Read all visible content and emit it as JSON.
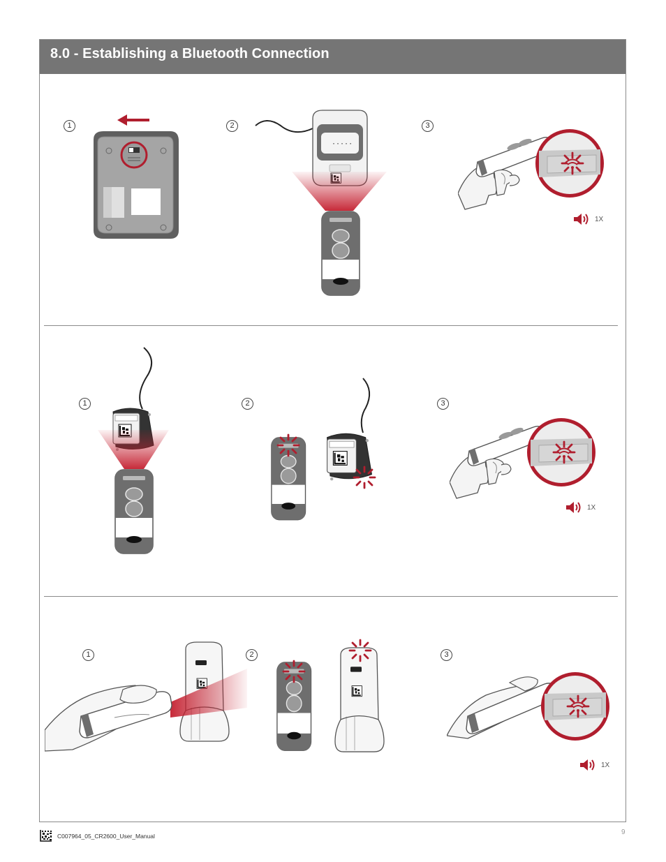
{
  "header": {
    "title": "8.0 - Establishing a Bluetooth Connection"
  },
  "sections": [
    {
      "steps": [
        "1",
        "2",
        "3"
      ],
      "beep_label": "1X"
    },
    {
      "steps": [
        "1",
        "2",
        "3"
      ],
      "beep_label": "1X"
    },
    {
      "steps": [
        "1",
        "2",
        "3"
      ],
      "beep_label": "1X"
    }
  ],
  "footer": {
    "document_id": "C007964_05_CR2600_User_Manual",
    "page_number": "9"
  },
  "colors": {
    "accent": "#b01e2e",
    "header_bg": "#757575",
    "device_gray": "#6e6e6e"
  },
  "icons": [
    "speaker-icon",
    "datamatrix-icon",
    "arrow-left-icon"
  ]
}
